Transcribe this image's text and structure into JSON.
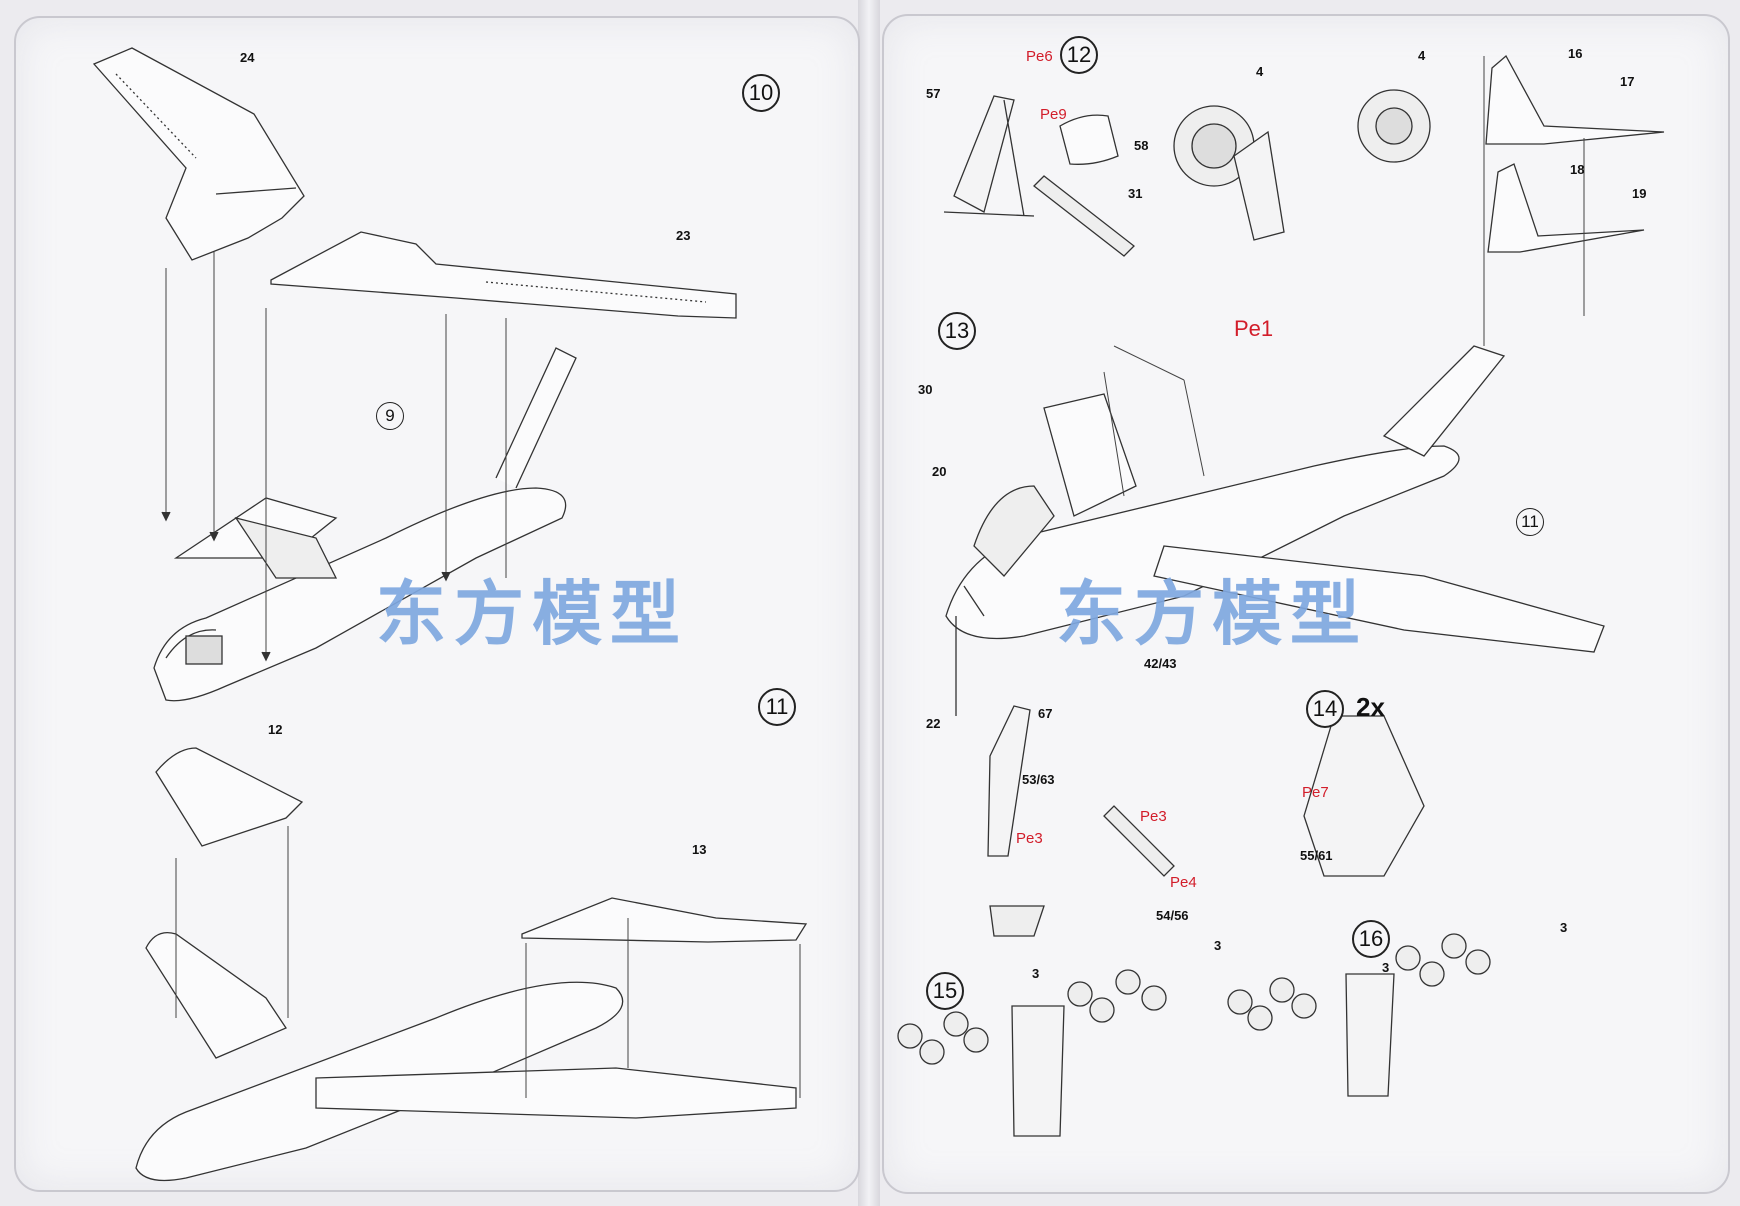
{
  "watermark": "东方模型",
  "left_page": {
    "steps": [
      {
        "number": "10",
        "parts": [
          "24",
          "23",
          "9"
        ]
      },
      {
        "number": "11",
        "parts": [
          "12",
          "13"
        ]
      }
    ],
    "sub_assembly_ref": "9"
  },
  "right_page": {
    "steps": [
      {
        "number": "12",
        "parts": [
          "57",
          "Pe6",
          "Pe9",
          "58",
          "31",
          "4",
          "4"
        ]
      },
      {
        "number": "13",
        "parts": [
          "16",
          "17",
          "18",
          "19",
          "Pe1",
          "30",
          "20",
          "22"
        ]
      },
      {
        "number": "14",
        "multiplier": "2x",
        "parts": [
          "42/43",
          "67",
          "53/63",
          "Pe3",
          "Pe3",
          "Pe7",
          "55/61",
          "Pe4",
          "54/56"
        ]
      },
      {
        "number": "15",
        "parts": [
          "3",
          "3"
        ]
      },
      {
        "number": "16",
        "parts": [
          "3",
          "3"
        ]
      }
    ],
    "sub_assembly_ref": "11"
  },
  "colors": {
    "photo_etch_red": "#d21d2a",
    "watermark_blue": "#7fa8e0",
    "line": "#333333"
  }
}
